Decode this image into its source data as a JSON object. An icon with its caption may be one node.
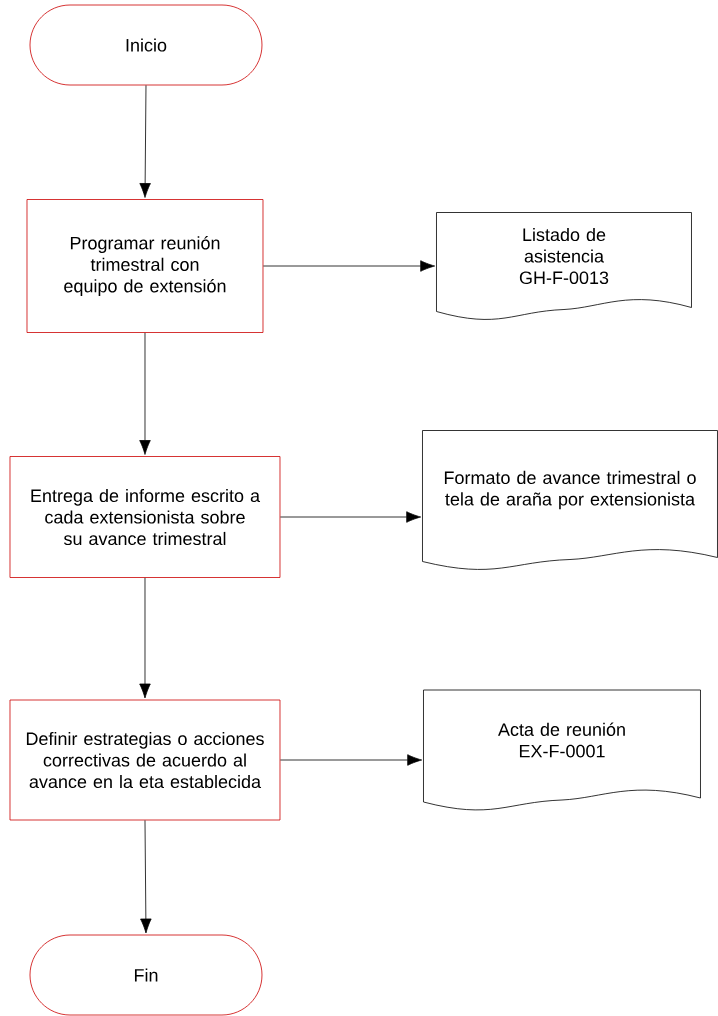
{
  "diagram": {
    "nodes": [
      {
        "text": [
          "Inicio"
        ]
      },
      {
        "text": [
          "Programar reunión trimestral con equipo de extensión"
        ]
      },
      {
        "text": [
          "Listado de asistencia GH-F-0013"
        ]
      },
      {
        "text": [
          "Entrega de informe escrito a cada extensionista sobre su avance trimestral"
        ]
      },
      {
        "text": [
          "Formato de avance trimestral o tela de araña por extensionista"
        ]
      },
      {
        "text": [
          "Definir estrategias o acciones correctivas de acuerdo al avance en la eta establecida"
        ]
      },
      {
        "text": [
          "Acta de reunión EX-F-0001"
        ]
      },
      {
        "text": [
          "Fin"
        ]
      }
    ],
    "edges": [
      {
        "from": 0,
        "to": 1,
        "arrow": "to"
      },
      {
        "from": 1,
        "to": 2,
        "arrow": "to"
      },
      {
        "from": 1,
        "to": 3,
        "arrow": "to"
      },
      {
        "from": 3,
        "to": 4,
        "arrow": "to"
      },
      {
        "from": 3,
        "to": 5,
        "arrow": "to"
      },
      {
        "from": 5,
        "to": 6,
        "arrow": "to"
      },
      {
        "from": 5,
        "to": 7,
        "arrow": "to"
      }
    ]
  }
}
